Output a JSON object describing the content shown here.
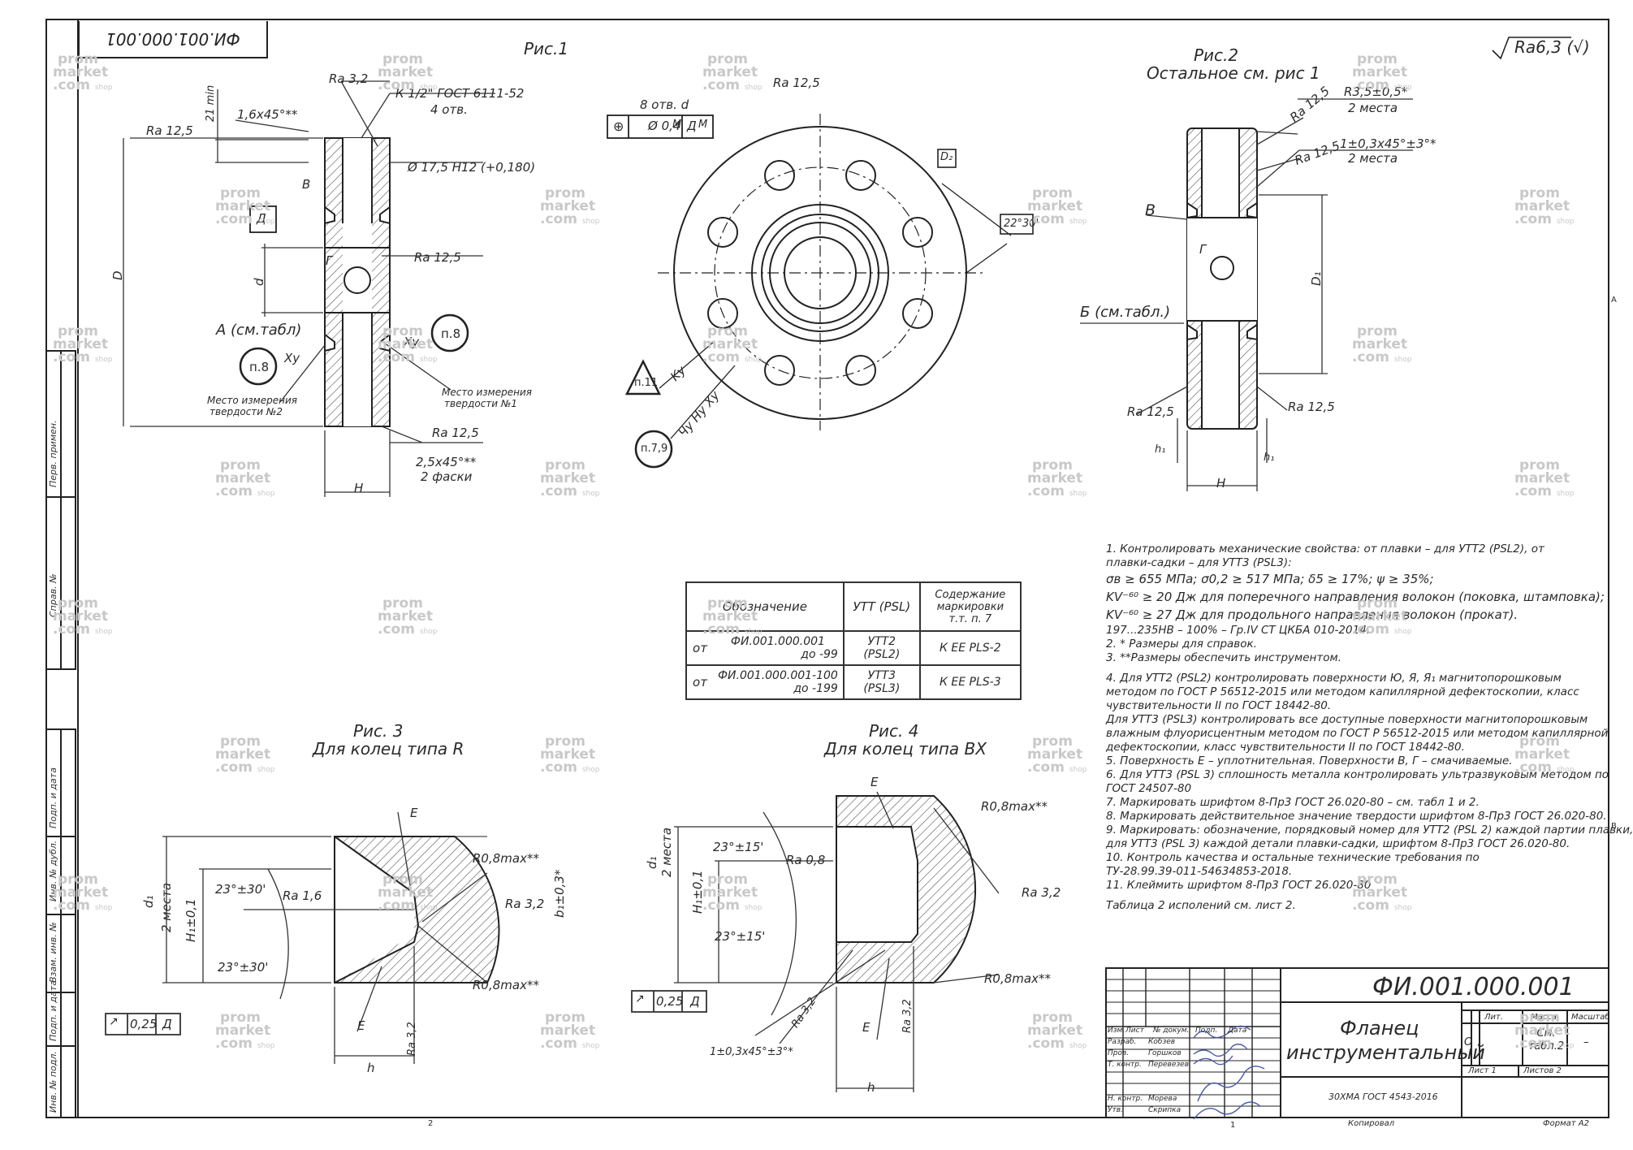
{
  "drawing_number": "ФИ.001.000.001",
  "corner_stamp": "ФИ.001.000.001",
  "roughness_general": "Ra6,3 (√)",
  "figures": {
    "fig1": {
      "title": "Рис.1",
      "labels": {
        "ra32": "Ra 3,2",
        "thread": "К 1/2\" ГОСТ 6111-52",
        "thread_count": "4 отв.",
        "dim21": "21 min",
        "chamfer1": "1,6х45°**",
        "ra125_top": "Ra 12,5",
        "hole": "Ø 17,5 Н12 (+0,180)",
        "v": "В",
        "d_box": "Д",
        "g": "Г",
        "ra125_mid": "Ra 12,5",
        "D": "D",
        "d": "d",
        "a_table": "А (см.табл)",
        "xu1": "Xу",
        "xu2": "Xу",
        "p8a": "п.8",
        "p8b": "п.8",
        "hardness2": "Место измерения",
        "hardness2b": "твердости №2",
        "hardness1": "Место измерения",
        "hardness1b": "твердости №1",
        "ra125_bot": "Ra 12,5",
        "chamfer2": "2,5х45°**",
        "chamfer2b": "2 фаски",
        "H": "Н"
      }
    },
    "fig_front": {
      "labels": {
        "ra125": "Ra 12,5",
        "holes": "8 отв. d",
        "tol": "Ø 0,4",
        "m1": "М",
        "dm": "Д",
        "m2": "М",
        "D2": "D₂",
        "angle": "22°30'",
        "ku": "Kу",
        "chu": "Чу Ну Xу",
        "p11": "п.11",
        "p79": "п.7,9"
      }
    },
    "fig2": {
      "title": "Рис.2",
      "subtitle": "Остальное см. рис 1",
      "labels": {
        "r35": "R3,5±0,5*",
        "r35b": "2 места",
        "ra125a": "Ra 12,5",
        "ra125b": "Ra 12,5",
        "chamfer": "1±0,3х45°±3°*",
        "chamfer_b": "2 места",
        "v": "В",
        "g": "Г",
        "b_table": "Б (см.табл.)",
        "D1": "D₁",
        "ra125c": "Ra 12,5",
        "ra125d": "Ra 12,5",
        "h1a": "h₁",
        "h1b": "h₁",
        "H": "Н"
      }
    },
    "fig3": {
      "title": "Рис. 3",
      "subtitle": "Для колец типа R",
      "labels": {
        "e1": "Е",
        "r08a": "R0,8max**",
        "angle1": "23°±30'",
        "ra16": "Ra 1,6",
        "ra32": "Ra 3,2",
        "d1": "d₁",
        "places": "2 места",
        "h1": "H₁±0,1",
        "angle2": "23°±30'",
        "r08b": "R0,8max**",
        "tol": "0,25",
        "dref": "Д",
        "e2": "Е",
        "h": "h",
        "ra32b": "Ra 3,2",
        "side": "b₁±0,3*"
      }
    },
    "fig4": {
      "title": "Рис. 4",
      "subtitle": "Для колец типа ВХ",
      "labels": {
        "e1": "Е",
        "r08a": "R0,8max**",
        "angle1": "23°±15'",
        "ra08": "Ra 0,8",
        "d1": "d₁",
        "places": "2 места",
        "h1": "H₁±0,1",
        "ra32": "Ra 3,2",
        "angle2": "23°±15'",
        "r08b": "R0,8max**",
        "tol": "0,25",
        "dref": "Д",
        "ra32b": "Ra 3,2",
        "ra32c": "Ra 3,2",
        "e2": "Е",
        "chamfer": "1±0,3х45°±3°*",
        "h": "h"
      }
    }
  },
  "marking_table": {
    "headers": [
      "Обозначение",
      "УТТ (PSL)",
      "Содержание маркировки т.т. п. 7"
    ],
    "rows": [
      {
        "from": "от",
        "designation": "ФИ.001.000.001",
        "to": "до -99",
        "psl": "УТТ2 (PSL2)",
        "marking": "К ЕЕ PLS-2"
      },
      {
        "from": "от",
        "designation": "ФИ.001.000.001-100",
        "to": "до -199",
        "psl": "УТТ3 (PSL3)",
        "marking": "К ЕЕ PLS-3"
      }
    ]
  },
  "notes": [
    "1.    Контролировать механические свойства: от плавки – для УТТ2 (PSL2), от",
    "плавки-садки – для УТТ3 (PSL3):",
    "σв ≥ 655 МПа; σ0,2 ≥ 517 МПа; δ5 ≥ 17%; ψ ≥ 35%;",
    "KV⁻⁶⁰ ≥ 20 Дж для поперечного направления волокон (поковка, штамповка);",
    "KV⁻⁶⁰ ≥ 27 Дж для продольного направления волокон (прокат).",
    "197...235HB – 100% – Гр.IV СТ ЦКБА 010-2014.",
    "2.    * Размеры для справок.",
    "3.    **Размеры обеспечить инструментом.",
    "4.    Для УТТ2 (PSL2) контролировать поверхности Ю, Я, Я₁ магнитопорошковым",
    "методом по ГОСТ Р 56512-2015 или методом капиллярной дефектоскопии, класс",
    "чувствительности II по ГОСТ 18442-80.",
    "       Для УТТ3 (PSL3) контролировать все доступные поверхности магнитопорошковым",
    "влажным флуорисцентным методом по ГОСТ Р 56512-2015 или методом капиллярной",
    "дефектоскопии, класс чувствительности II по ГОСТ 18442-80.",
    "5.    Поверхность Е – уплотнительная. Поверхности В, Г – смачиваемые.",
    "6.    Для УТТ3 (PSL 3) сплошность металла контролировать ультразвуковым методом по",
    "       ГОСТ 24507-80",
    "7.    Маркировать шрифтом 8-Пр3 ГОСТ 26.020-80 – см. табл 1 и 2.",
    "8.    Маркировать действительное значение твердости шрифтом 8-Пр3 ГОСТ 26.020-80.",
    "9.    Маркировать: обозначение, порядковый номер для УТТ2 (PSL 2) каждой партии плавки,",
    "       для УТТ3 (PSL 3) каждой детали плавки-садки, шрифтом 8-Пр3 ГОСТ 26.020-80.",
    "10.  Контроль качества и остальные технические требования по",
    "       ТУ-28.99.39-011-54634853-2018.",
    "11.  Клеймить шрифтом 8-Пр3 ГОСТ 26.020-80",
    "",
    "Таблица 2 исполений см. лист 2."
  ],
  "title_block": {
    "number": "ФИ.001.000.001",
    "name_line1": "Фланец",
    "name_line2": "инструментальный",
    "material": "30ХМА ГОСТ 4543-2016",
    "lit_header": "Лит.",
    "mass_header": "Масса",
    "scale_header": "Масштаб",
    "lit_value": "О",
    "mass_value": "См. табл.2",
    "scale_value": "–",
    "sheet": "Лист 1",
    "sheets": "Листов 2",
    "col_izm": "Изм.",
    "col_list": "Лист",
    "col_doc": "№ докум.",
    "col_sign": "Подп.",
    "col_date": "Дата",
    "role_razrab": "Разраб.",
    "role_prov": "Пров.",
    "role_tkontr": "Т. контр.",
    "role_nkontr": "Н. контр.",
    "role_utv": "Утв.",
    "name_razrab": "Кобзев",
    "name_prov": "Горшков",
    "name_tkontr": "Перевезев",
    "name_nkontr": "Морева",
    "name_utv": "Скрипка",
    "copied": "Копировал",
    "format": "Формат А2"
  },
  "side_strip": {
    "perv": "Перв. примен.",
    "sprav": "Справ. №",
    "podp_data1": "Подп. и дата",
    "inv_dubl": "Инв. № дубл.",
    "vzam_inv": "Взам. инв. №",
    "podp_data2": "Подп. и дата",
    "inv_podl": "Инв. № подл."
  },
  "sheet_marks": {
    "page2": "2",
    "page1": "1",
    "zone_a": "А",
    "zone_b": "В"
  },
  "watermark": {
    "line1": "prom",
    "line2": "market",
    "line3": "com",
    "suffix": "shop"
  }
}
